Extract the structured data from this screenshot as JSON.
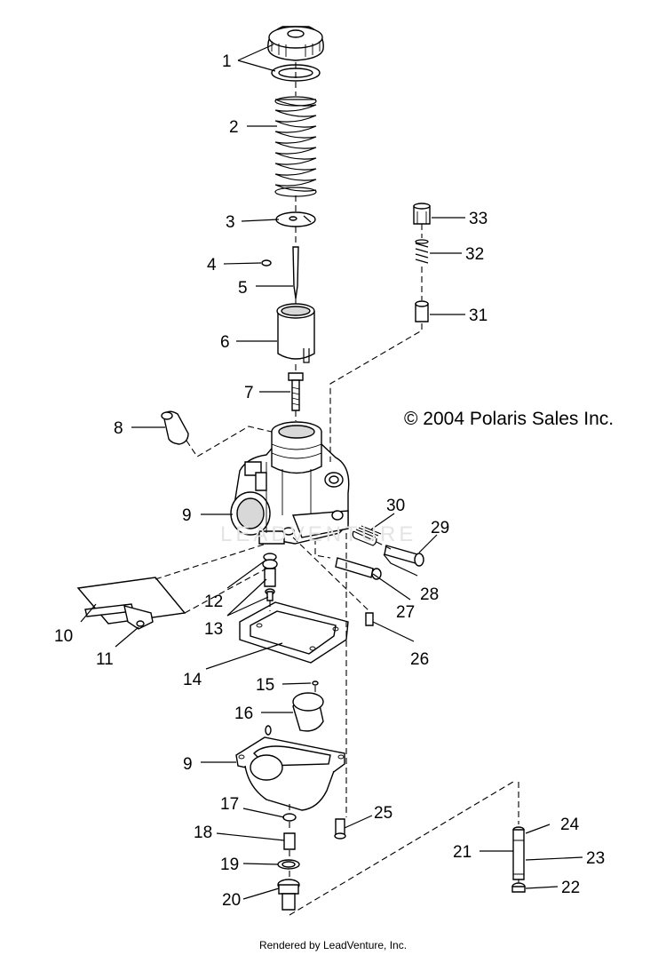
{
  "copyright": "© 2004 Polaris Sales Inc.",
  "watermark": "LEADVENTURE",
  "footer": "Rendered by LeadVenture, Inc.",
  "callouts": [
    "1",
    "2",
    "3",
    "4",
    "5",
    "6",
    "7",
    "8",
    "9",
    "9",
    "10",
    "11",
    "12",
    "13",
    "14",
    "15",
    "16",
    "17",
    "18",
    "19",
    "20",
    "21",
    "22",
    "23",
    "24",
    "25",
    "26",
    "27",
    "28",
    "29",
    "30",
    "31",
    "32",
    "33"
  ]
}
